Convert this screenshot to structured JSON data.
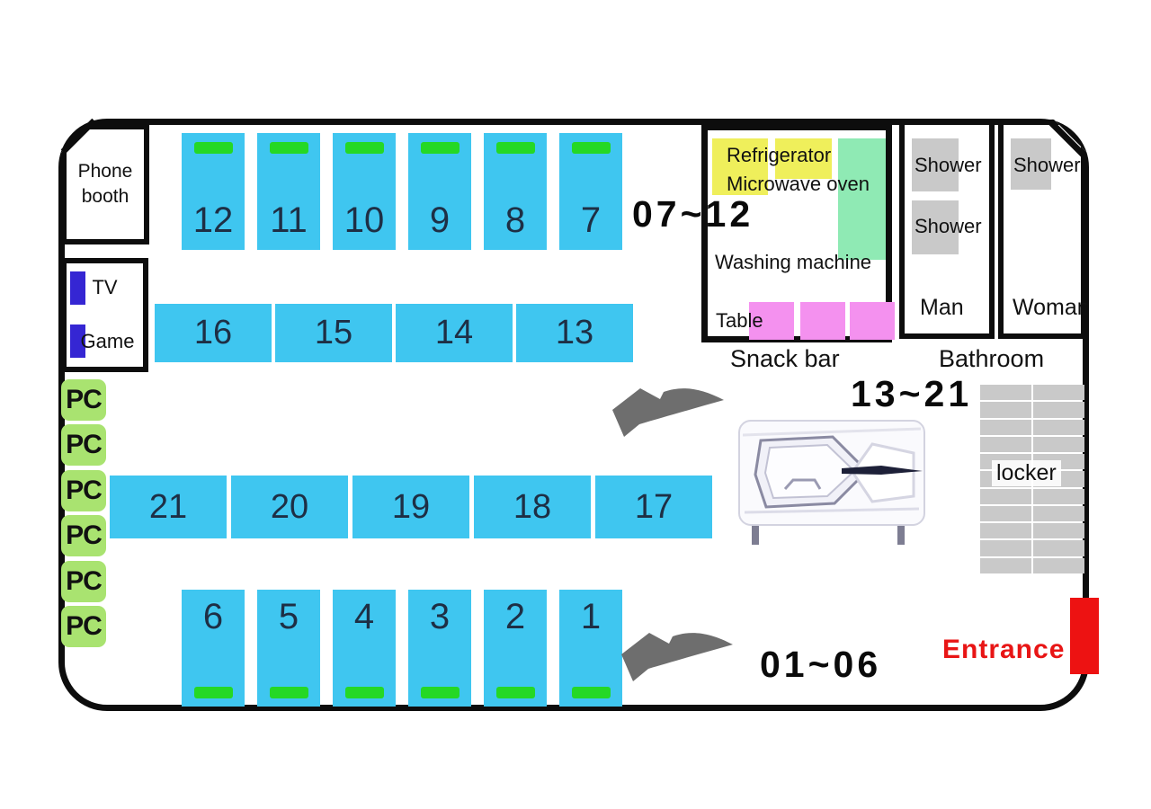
{
  "rooms": {
    "phone_booth": {
      "label": "Phone booth"
    },
    "tv_game": {
      "tv": "TV",
      "game": "Game"
    },
    "pc_stations": [
      "PC",
      "PC",
      "PC",
      "PC",
      "PC",
      "PC"
    ],
    "snack_bar": {
      "title": "Snack bar",
      "refrigerator": "Refrigerator",
      "microwave": "Microwave oven",
      "washing_machine": "Washing machine",
      "table": "Table"
    },
    "bathroom": {
      "title": "Bathroom",
      "man": {
        "label": "Man",
        "shower_1": "Shower",
        "shower_2": "Shower"
      },
      "woman": {
        "label": "Woman",
        "shower_1": "Shower"
      }
    },
    "locker": {
      "label": "locker",
      "columns": 2,
      "rows": 11
    },
    "entrance": {
      "label": "Entrance"
    }
  },
  "beds": {
    "row_top": [
      "12",
      "11",
      "10",
      "9",
      "8",
      "7"
    ],
    "row_mid1": [
      "16",
      "15",
      "14",
      "13"
    ],
    "row_mid2": [
      "21",
      "20",
      "19",
      "18",
      "17"
    ],
    "row_bottom": [
      "6",
      "5",
      "4",
      "3",
      "2",
      "1"
    ]
  },
  "range_labels": {
    "top": "07~12",
    "middle": "13~21",
    "bottom": "01~06"
  },
  "colors": {
    "bed_blue": "#3fc6f0",
    "pillow_green": "#25d825",
    "pc_green": "#a9e370",
    "refrigerator_yellow": "#efef5b",
    "washer_mint": "#8feab4",
    "table_pink": "#f491ef",
    "shower_gray": "#c9c9c9",
    "tv_blue": "#3526d3",
    "entrance_red": "#ed1212",
    "arrow_gray": "#6e6e6e",
    "bed_number_navy": "#1e2f45",
    "outline_black": "#0d0d0d"
  }
}
